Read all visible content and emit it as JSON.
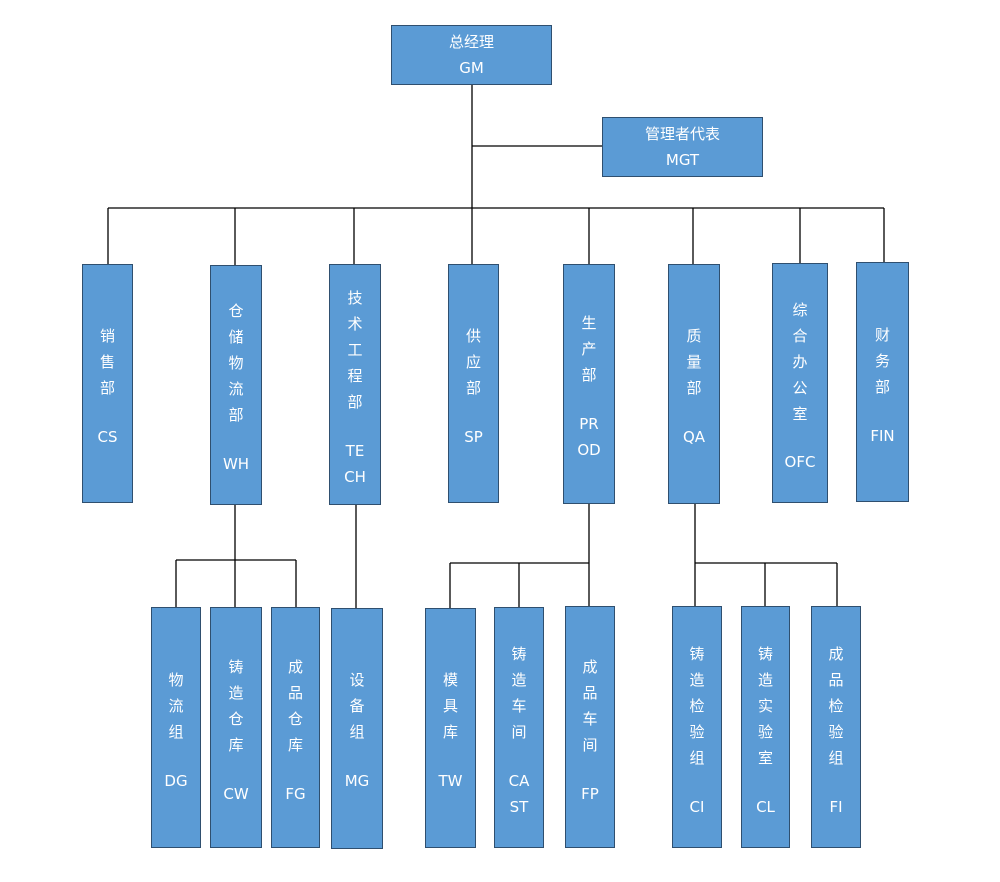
{
  "nodes": {
    "gm": {
      "name": "总经理",
      "code": "GM"
    },
    "mgt": {
      "name": "管理者代表",
      "code": "MGT"
    },
    "cs": {
      "name": "销售部",
      "code": "CS"
    },
    "wh": {
      "name": "仓储物流部",
      "code": "WH"
    },
    "tech": {
      "name": "技术工程部",
      "code1": "TE",
      "code2": "CH"
    },
    "sp": {
      "name": "供应部",
      "code": "SP"
    },
    "prod": {
      "name": "生产部",
      "code1": "PR",
      "code2": "OD"
    },
    "qa": {
      "name": "质量部",
      "code": "QA"
    },
    "ofc": {
      "name": "综合办公室",
      "code": "OFC"
    },
    "fin": {
      "name": "财务部",
      "code": "FIN"
    },
    "dg": {
      "name": "物流组",
      "code": "DG"
    },
    "cw": {
      "name": "铸造仓库",
      "code": "CW"
    },
    "fg": {
      "name": "成品仓库",
      "code": "FG"
    },
    "mg": {
      "name": "设备组",
      "code": "MG"
    },
    "tw": {
      "name": "模具库",
      "code": "TW"
    },
    "cast": {
      "name": "铸造车间",
      "code1": "CA",
      "code2": "ST"
    },
    "fp": {
      "name": "成品车间",
      "code": "FP"
    },
    "ci": {
      "name": "铸造检验组",
      "code": "CI"
    },
    "cl": {
      "name": "铸造实验室",
      "code": "CL"
    },
    "fi": {
      "name": "成品检验组",
      "code": "FI"
    }
  },
  "colors": {
    "box_fill": "#5b9bd5",
    "box_border": "#2f4f6f",
    "text": "#ffffff",
    "line": "#000000"
  }
}
